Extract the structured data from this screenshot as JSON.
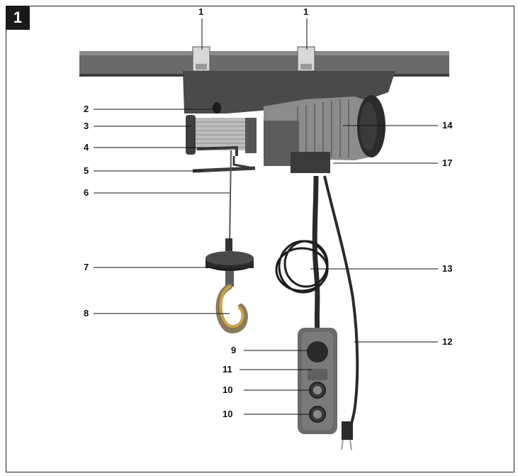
{
  "figure": {
    "number": "1"
  },
  "callouts": {
    "c1a": "1",
    "c1b": "1",
    "c2": "2",
    "c3": "3",
    "c4": "4",
    "c5": "5",
    "c6": "6",
    "c7": "7",
    "c8": "8",
    "c9": "9",
    "c10a": "10",
    "c10b": "10",
    "c11": "11",
    "c12": "12",
    "c13": "13",
    "c14": "14",
    "c17": "17"
  },
  "colors": {
    "beam": "#5a5a5a",
    "body": "#4b4b4b",
    "motor": "#7a7a7a",
    "cable": "#2e2e2e"
  }
}
